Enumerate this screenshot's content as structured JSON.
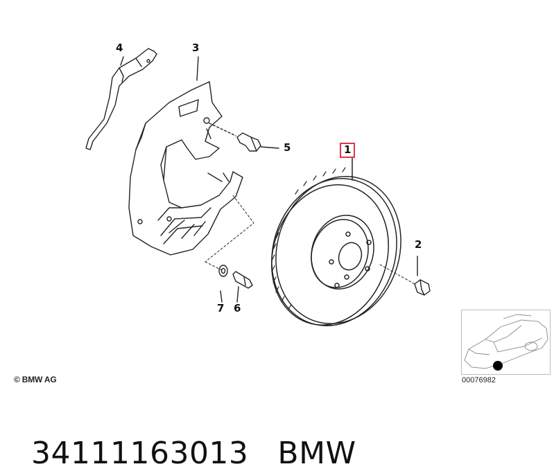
{
  "callouts": {
    "p1": "1",
    "p2": "2",
    "p3": "3",
    "p4": "4",
    "p5": "5",
    "p6": "6",
    "p7": "7"
  },
  "highlighted_part": "1",
  "highlight_color": "#e2334a",
  "copyright": "© BMW AG",
  "thumbnail": {
    "image_id": "00076982",
    "icon": "car-location-icon"
  },
  "footer": {
    "part_number": "34111163013",
    "brand": "BMW"
  }
}
